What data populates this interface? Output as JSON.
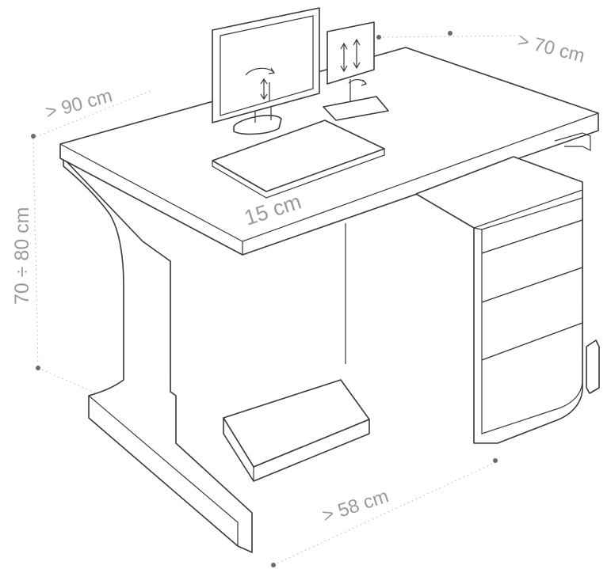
{
  "dimensions": {
    "monitor_depth": "> 70 cm",
    "desk_width": "> 90 cm",
    "desk_height": "70 ÷ 80 cm",
    "keyboard_distance": "15 cm",
    "leg_space": "> 58 cm"
  },
  "icons": {
    "tilt": "tilt-arrow-icon",
    "height": "height-adjust-icon",
    "swivel": "swivel-arrow-icon"
  },
  "colors": {
    "line": "#3a3a3a",
    "label": "#9a9a9a",
    "background": "#ffffff"
  }
}
